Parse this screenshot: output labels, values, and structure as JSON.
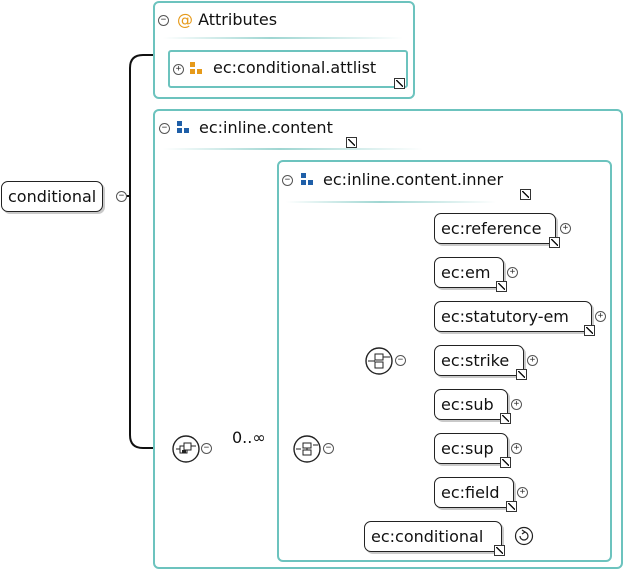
{
  "root": {
    "label": "conditional"
  },
  "attributes_group": {
    "title": "Attributes",
    "attlist_label": "ec:conditional.attlist"
  },
  "inline_content": {
    "title": "ec:inline.content"
  },
  "inline_content_inner": {
    "title": "ec:inline.content.inner"
  },
  "sequence_occurrence": "0..∞",
  "choice_elements": [
    {
      "label": "ec:reference"
    },
    {
      "label": "ec:em"
    },
    {
      "label": "ec:statutory-em"
    },
    {
      "label": "ec:strike"
    },
    {
      "label": "ec:sub"
    },
    {
      "label": "ec:sup"
    },
    {
      "label": "ec:field"
    }
  ],
  "recursive_element": {
    "label": "ec:conditional"
  },
  "colors": {
    "group_border": "#6cc3be",
    "wire": "#111111",
    "link": "#7fc9c5",
    "attr_icon": "#e69a1a",
    "group_icon": "#1f5fa8"
  }
}
